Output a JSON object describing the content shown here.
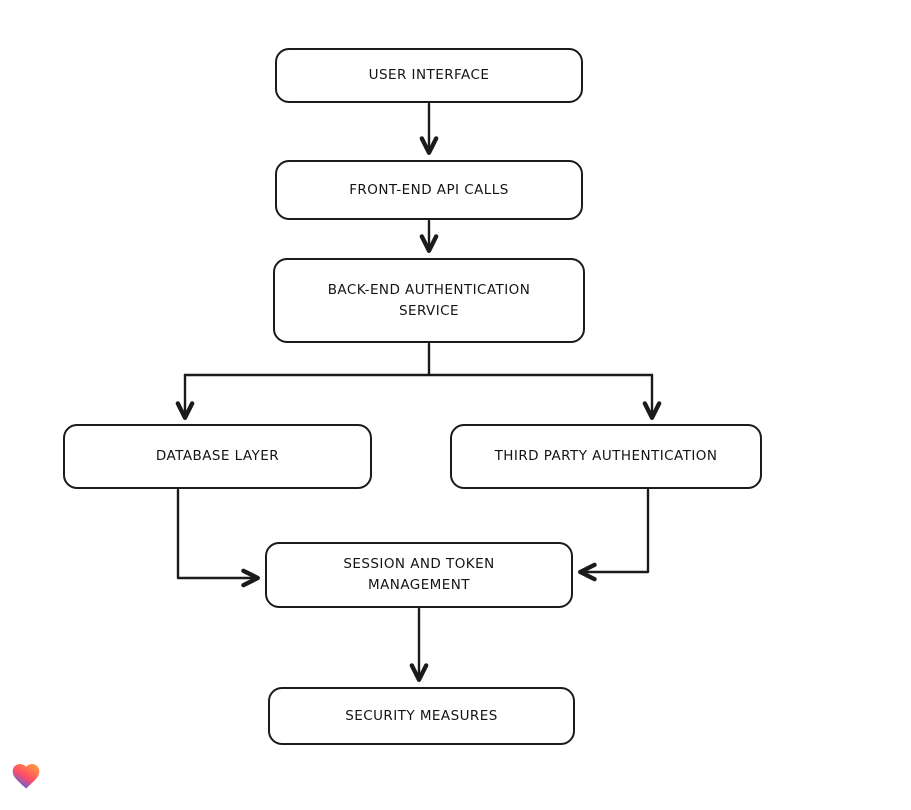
{
  "diagram": {
    "background": "#ffffff",
    "stroke_color": "#1b1b1b",
    "nodes": [
      {
        "id": "user-interface",
        "label": "USER INTERFACE"
      },
      {
        "id": "front-end-api-calls",
        "label": "FRONT-END API CALLS"
      },
      {
        "id": "back-end-authentication-service",
        "label": "BACK-END AUTHENTICATION SERVICE"
      },
      {
        "id": "database-layer",
        "label": "DATABASE LAYER"
      },
      {
        "id": "third-party-authentication",
        "label": "THIRD PARTY AUTHENTICATION"
      },
      {
        "id": "session-and-token-management",
        "label": "SESSION AND TOKEN MANAGEMENT"
      },
      {
        "id": "security-measures",
        "label": "SECURITY MEASURES"
      }
    ],
    "edges": [
      {
        "from": "user-interface",
        "to": "front-end-api-calls"
      },
      {
        "from": "front-end-api-calls",
        "to": "back-end-authentication-service"
      },
      {
        "from": "back-end-authentication-service",
        "to": "database-layer"
      },
      {
        "from": "back-end-authentication-service",
        "to": "third-party-authentication"
      },
      {
        "from": "database-layer",
        "to": "session-and-token-management"
      },
      {
        "from": "third-party-authentication",
        "to": "session-and-token-management"
      },
      {
        "from": "session-and-token-management",
        "to": "security-measures"
      }
    ],
    "logo": {
      "name": "heart-logo",
      "gradient_colors": [
        "#2f6bff",
        "#ff4d67",
        "#ff9a3c"
      ]
    }
  }
}
